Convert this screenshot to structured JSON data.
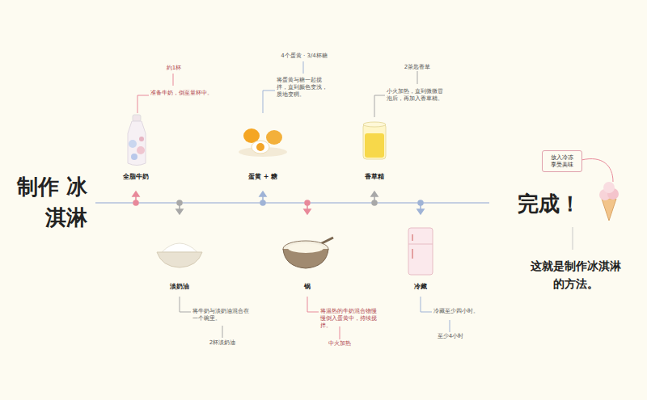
{
  "diagram": {
    "title": "制作 冰淇淋",
    "nodes": [
      {
        "text": [
          "放入冷冻 享受美味"
        ]
      }
    ],
    "labels": [
      "約1杯",
      "准备牛奶，倒至量杯中。",
      "全脂牛奶",
      "4个蛋黄 · 3/4杯糖",
      "将蛋黄与糖一起搅拌，直到颜色变浅，质地变稠。",
      "蛋黄 + 糖",
      "2茶匙香草",
      "小火加热，直到微微冒泡后，再加入香草精。",
      "香草精",
      "淡奶油",
      "将牛奶与淡奶油混合在一个碗里。",
      "2杯淡奶油",
      "锅",
      "将温热的牛奶混合物慢慢倒入蛋黄中，持续搅拌。",
      "中火加热",
      "冷藏",
      "冷藏至少四小时。",
      "至少4小时",
      "完成！",
      "这就是制作冰淇淋的方法。"
    ]
  }
}
